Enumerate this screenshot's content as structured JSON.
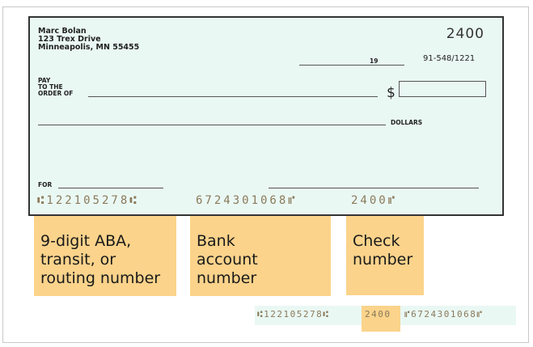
{
  "check": {
    "name": "Marc Bolan",
    "street": "123 Trex Drive",
    "city": "Minneapolis, MN 55455",
    "number": "2400",
    "date_suffix": "19",
    "fraction": "91-548/1221",
    "pay_label": "PAY",
    "pay_label2": "TO THE",
    "pay_label3": "ORDER OF",
    "dollar_sign": "$",
    "dollars_label": "DOLLARS",
    "for_label": "FOR"
  },
  "micr": {
    "routing": "⑆122105278⑆",
    "account": "6724301068⑈",
    "check": "2400⑈",
    "full_routing": "⑆122105278⑆",
    "full_check": "2400",
    "full_account": "⑈6724301068⑈"
  },
  "labels": {
    "routing": [
      "9-digit ABA,",
      "transit, or",
      "routing number"
    ],
    "account": [
      "Bank",
      "account",
      "number"
    ],
    "check": [
      "Check",
      "number"
    ]
  },
  "colors": {
    "check_bg": "#eaf8f4",
    "highlight": "#fbd38b"
  }
}
